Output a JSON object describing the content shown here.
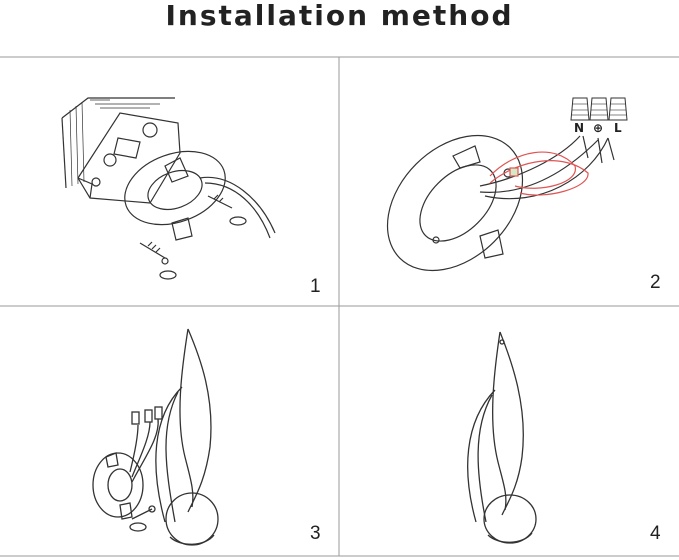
{
  "title": "Installation method",
  "steps": [
    {
      "number": "1"
    },
    {
      "number": "2",
      "wire_labels": [
        "N",
        "⊕",
        "L"
      ]
    },
    {
      "number": "3"
    },
    {
      "number": "4"
    }
  ],
  "colors": {
    "line": "#333333",
    "wire_red": "#e05555",
    "border": "#9a9a9a"
  }
}
